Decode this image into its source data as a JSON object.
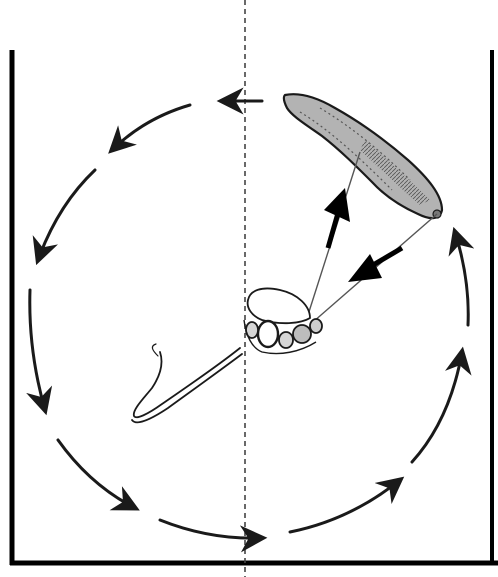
{
  "figure": {
    "type": "schematic-drawing",
    "description_labels": [],
    "stroke_color": "#1a1a1a",
    "shading_color": "#9a9a9a",
    "background": "#ffffff",
    "elements": [
      "left-wall-line",
      "floor-line",
      "vertical-midline-dashed",
      "circular-arrow-path",
      "tissue-clump",
      "tentacle-appendage",
      "base-structure",
      "tether-lines",
      "outbound-arrow",
      "inbound-arrow"
    ]
  }
}
